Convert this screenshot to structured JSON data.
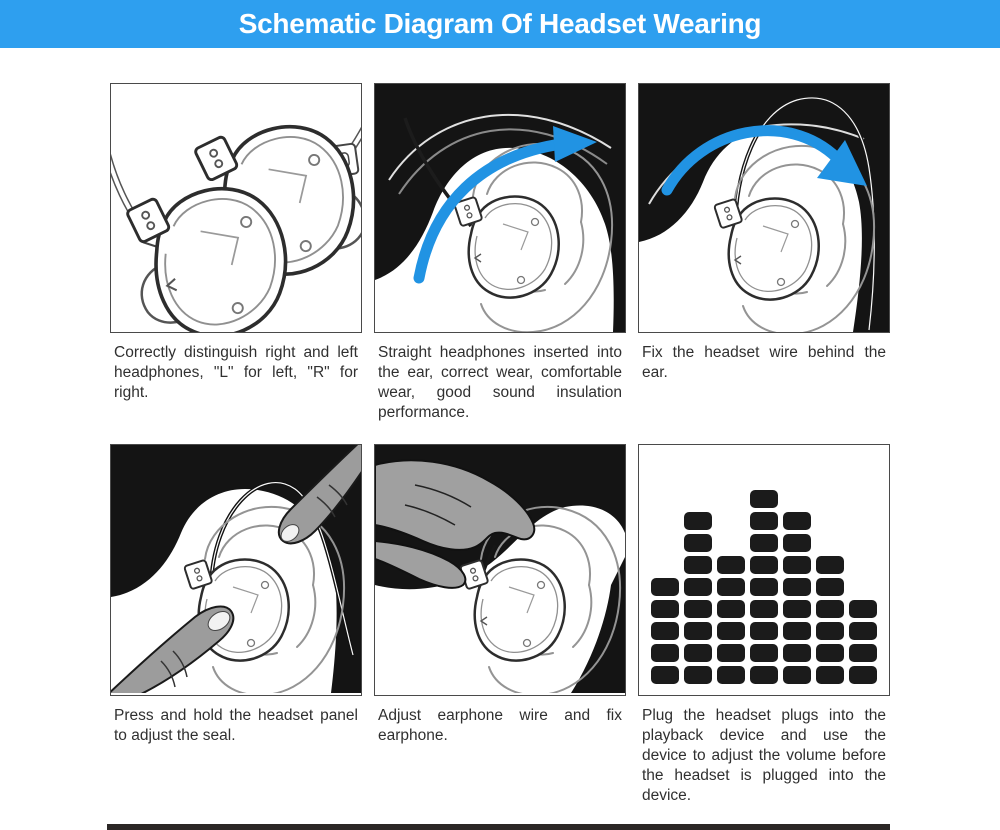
{
  "header": {
    "title": "Schematic Diagram Of Headset Wearing",
    "bg_color": "#2e9fef",
    "text_color": "#ffffff"
  },
  "colors": {
    "arrow_blue": "#2193e3",
    "silhouette_black": "#141414",
    "equalizer_block": "#1b1b1b",
    "bottom_edge_bar": "#2b2726"
  },
  "panels": [
    {
      "illustration": "earphones-pair",
      "caption": "Correctly distinguish right and left headphones, \"L\" for left, \"R\" for right."
    },
    {
      "illustration": "insert-earphone-into-ear",
      "caption": "Straight headphones inserted into the ear, correct wear, comfortable wear, good sound insulation performance."
    },
    {
      "illustration": "wire-behind-ear",
      "caption": "Fix the headset wire behind the ear."
    },
    {
      "illustration": "press-headset-panel",
      "caption": "Press and hold the headset panel to adjust the seal."
    },
    {
      "illustration": "adjust-earphone-wire",
      "caption": "Adjust earphone wire and fix earphone."
    },
    {
      "illustration": "equalizer",
      "caption": "Plug the headset plugs into the playback device and use the device to adjust the volume before the headset is plugged into the device.",
      "equalizer_columns": [
        5,
        8,
        6,
        9,
        8,
        6,
        4
      ],
      "equalizer_max_rows": 9
    }
  ]
}
